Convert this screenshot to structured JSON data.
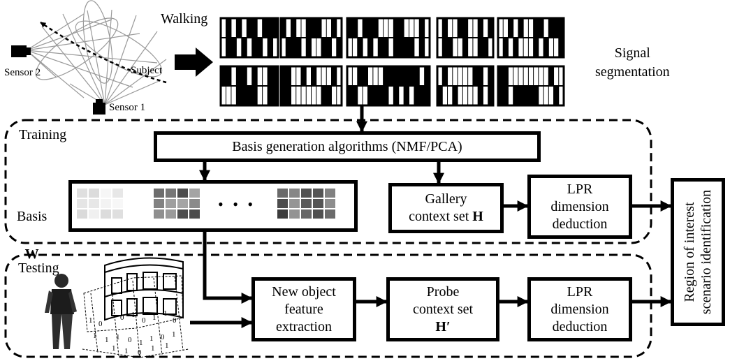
{
  "labels": {
    "walking": "Walking",
    "signal_segmentation": "Signal\nsegmentation",
    "sensor1": "Sensor 1",
    "sensor2": "Sensor 2",
    "subject": "Subject",
    "training": "Training",
    "testing": "Testing",
    "basis_word": "Basis",
    "basis_symbol": "W"
  },
  "boxes": {
    "basis_generation": "Basis generation algorithms (NMF/PCA)",
    "gallery_line1": "Gallery",
    "gallery_line2": "context set ",
    "gallery_symbol": "H",
    "lpr_training": "LPR\ndimension\ndeduction",
    "region_of_interest": "Region of interest\nscenario identification",
    "new_object": "New object\nfeature\nextraction",
    "probe_line1": "Probe",
    "probe_line2": "context set",
    "probe_symbol": "H′",
    "lpr_testing": "LPR\ndimension\ndeduction"
  },
  "ellipsis": "• • •",
  "binary_digits": [
    "1",
    "0",
    "1",
    "0",
    "1",
    "0",
    "1",
    "1",
    "0",
    "1",
    "1",
    "1",
    "0",
    "1",
    "1",
    "0",
    "1",
    "1",
    "1",
    "0",
    "1",
    "1"
  ]
}
